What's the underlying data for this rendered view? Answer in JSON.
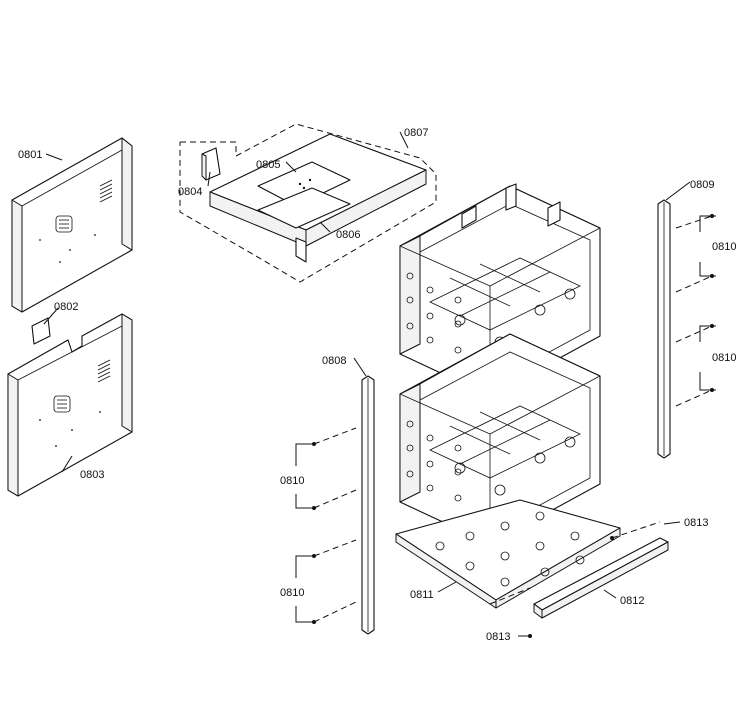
{
  "labels": {
    "p0801": "0801",
    "p0802": "0802",
    "p0803": "0803",
    "p0804": "0804",
    "p0805": "0805",
    "p0806": "0806",
    "p0807": "0807",
    "p0808": "0808",
    "p0809": "0809",
    "p0810_right_top": "0810",
    "p0810_right_bottom": "0810",
    "p0810_left_top": "0810",
    "p0810_left_bottom": "0810",
    "p0811": "0811",
    "p0812": "0812",
    "p0813_right": "0813",
    "p0813_bottom": "0813"
  }
}
